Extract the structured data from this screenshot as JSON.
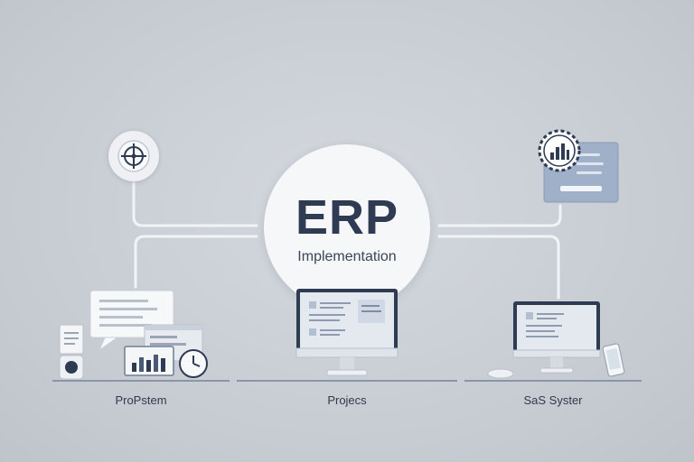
{
  "center": {
    "title": "ERP",
    "subtitle": "Implementation"
  },
  "sections": [
    {
      "caption": "ProPstem",
      "icons": [
        "speech-bubble-icon",
        "tablet-icon",
        "dashboard-window-icon",
        "bar-chart-icon",
        "clock-icon",
        "toggle-icon"
      ]
    },
    {
      "caption": "Projecs",
      "icons": [
        "desktop-monitor-icon"
      ]
    },
    {
      "caption": "SaS Syster",
      "icons": [
        "desktop-monitor-icon",
        "mouse-icon",
        "smartphone-icon"
      ]
    }
  ],
  "badges": {
    "left": "target-icon",
    "right": "bar-chart-gear-icon"
  },
  "colors": {
    "background": "#c9ced5",
    "navy": "#2e3b52",
    "line": "#f1f3f5",
    "baseline": "#8a96a8",
    "panel": "#9fb0c8"
  }
}
